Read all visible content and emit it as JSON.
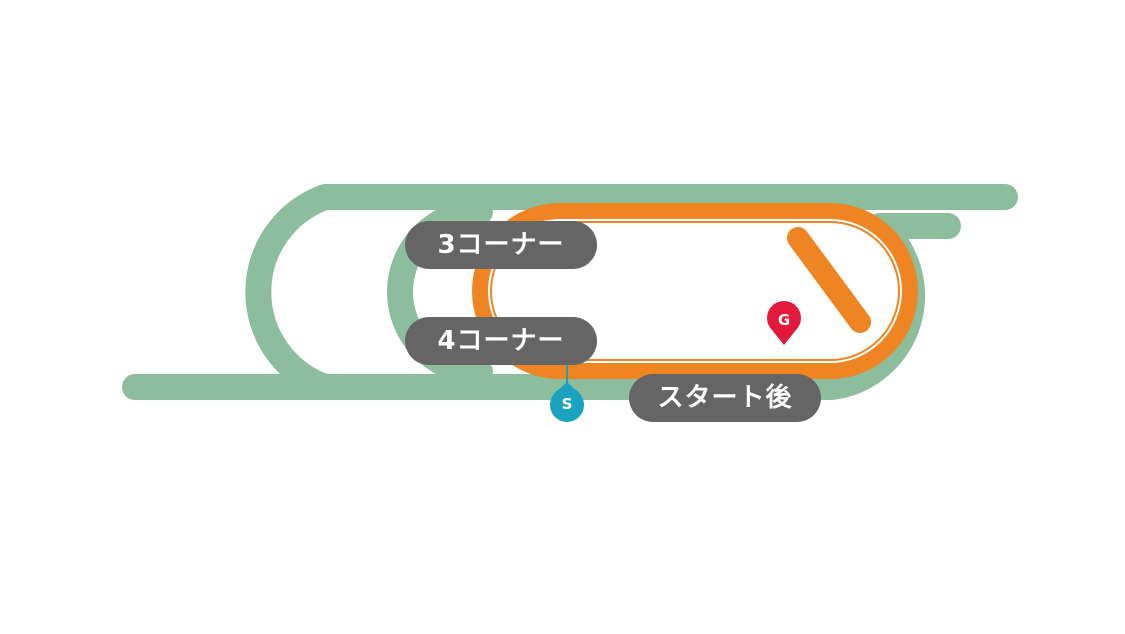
{
  "colors": {
    "background": "#ffffff",
    "turf": "#8cbd9c",
    "dirt": "#ef8423",
    "rail": "#ffffff",
    "label_bg": "#656565",
    "start_marker": "#19a3be",
    "goal_marker": "#e3183a"
  },
  "labels": {
    "corner3": "3コーナー",
    "corner4": "4コーナー",
    "after_start": "スタート後"
  },
  "markers": {
    "start": {
      "letter": "S",
      "icon": "location-pin-icon"
    },
    "goal": {
      "letter": "G",
      "icon": "location-pin-icon"
    }
  }
}
